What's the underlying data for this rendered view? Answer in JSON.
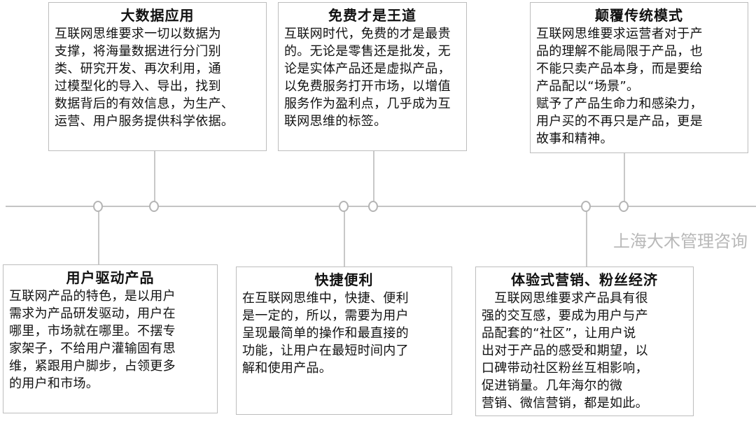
{
  "cards": [
    {
      "title": "大数据应用",
      "lines": [
        "互联网思维要求一切以数据为",
        "支撑，将海量数据进行分门别",
        "类、研究开发、再次利用，通",
        "过模型化的导入、导出，找到",
        "数据背后的有效信息，为生产、",
        "运营、用户服务提供科学依据。"
      ]
    },
    {
      "title": "免费才是王道",
      "lines": [
        "互联网时代，免费的才是最贵",
        "的。无论是零售还是批发，无",
        "论是实体产品还是虚拟产品，",
        "以免费服务打开市场，以增值",
        "服务作为盈利点，几乎成为互",
        "联网思维的标签。"
      ]
    },
    {
      "title": "颠覆传统模式",
      "lines": [
        "互联网思维要求运营者对于产",
        "品的理解不能局限于产品，也",
        "不能只卖产品本身，而是要给",
        "产品配以“场景”。",
        "赋予了产品生命力和感染力，",
        "用户买的不再只是产品，更是",
        "故事和精神。"
      ]
    },
    {
      "title": "用户驱动产品",
      "lines": [
        "互联网产品的特色，是以用户",
        "需求为产品研发驱动，用户在",
        "哪里，市场就在哪里。不摆专",
        "家架子，不给用户灌输固有思",
        "维，紧跟用户脚步，占领更多",
        "的用户和市场。"
      ]
    },
    {
      "title": "快捷便利",
      "lines": [
        "在互联网思维中，快捷、便利",
        "是一定的，所以，需要为用户",
        "呈现最简单的操作和最直接的",
        "功能，让用户在最短时间内了",
        "解和使用产品。"
      ]
    },
    {
      "title": "体验式营销、粉丝经济",
      "lines": [
        "　互联网思维要求产品具有很",
        "强的交互感，要成为用户与产",
        "品配套的“社区”，让用户说",
        "出对于产品的感受和期望，以",
        "口碑带动社区粉丝互相影响，",
        "促进销量。几年海尔的微",
        "营销、微信营销，都是如此。"
      ]
    }
  ],
  "watermark": "上海大木管理咨询"
}
